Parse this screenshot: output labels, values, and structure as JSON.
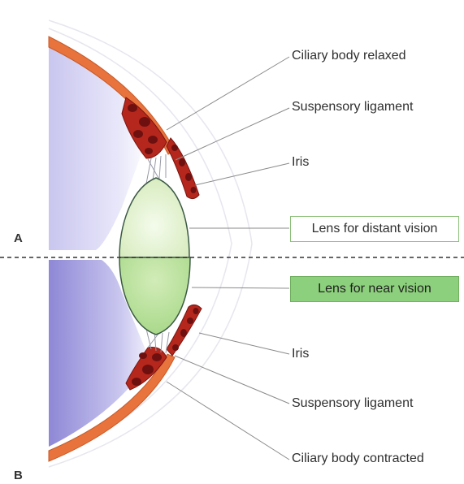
{
  "panels": {
    "top": "A",
    "bottom": "B"
  },
  "labels": {
    "ciliary_relaxed": "Ciliary body relaxed",
    "suspensory_top": "Suspensory ligament",
    "iris_top": "Iris",
    "lens_distant": "Lens for distant vision",
    "lens_near": "Lens for near vision",
    "iris_bottom": "Iris",
    "suspensory_bottom": "Suspensory ligament",
    "ciliary_contracted": "Ciliary body contracted"
  },
  "colors": {
    "sclera": "#e8733c",
    "ciliary": "#b5271c",
    "ciliary_dark": "#6e1010",
    "lens_far": "#e6f4d6",
    "lens_near": "#bfe3a3",
    "aqueous": "#8e88d6",
    "leader": "#8a8a8a"
  }
}
